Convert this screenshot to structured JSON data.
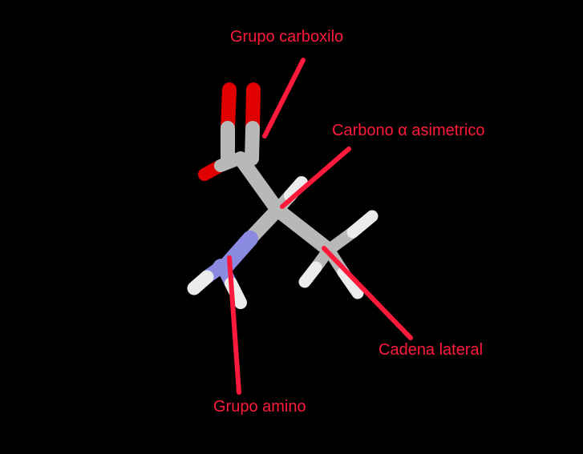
{
  "labels": {
    "carboxyl": "Grupo carboxilo",
    "alpha_carbon": "Carbono α asimetrico",
    "side_chain": "Cadena lateral",
    "amino": "Grupo amino"
  },
  "colors": {
    "background": "#000000",
    "label": "#ff1a3c",
    "pointer": "#ff1a3c",
    "carbon": "#b8b8b8",
    "oxygen": "#e00000",
    "nitrogen": "#8a8ae0",
    "hydrogen": "#e8e8e8"
  }
}
